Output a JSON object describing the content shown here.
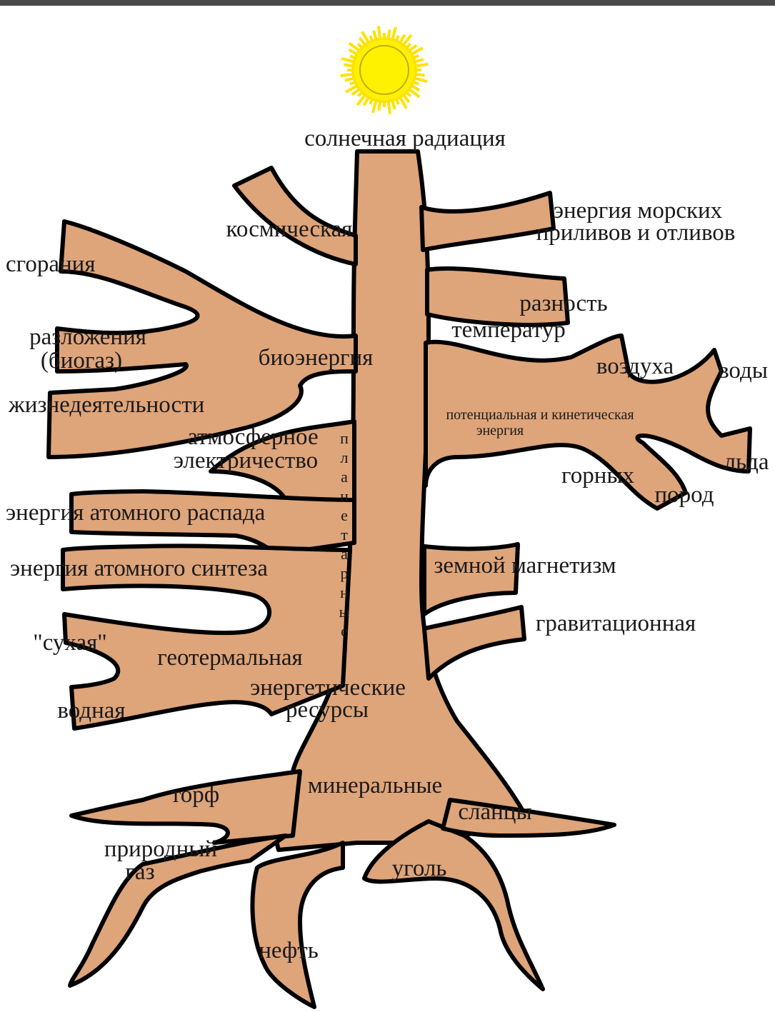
{
  "labels": {
    "solar": "солнечная радиация",
    "cosmic": "космическая",
    "tides_1": "энергия морских",
    "tides_2": "приливов и отливов",
    "combustion": "сгорания",
    "temp_1": "разность",
    "temp_2": "температур",
    "decomp_1": "разложения",
    "decomp_2": "(биогаз)",
    "bioenergy": "биоэнергия",
    "air": "воздуха",
    "water": "воды",
    "vital": "жизнедеятельности",
    "potential_1": "потенциальная и кинетическая",
    "potential_2": "энергия",
    "atmo_1": "атмосферное",
    "atmo_2": "электричество",
    "ice": "льда",
    "mountain": "горных",
    "rocks": "пород",
    "decay": "энергия атомного распада",
    "synthesis": "энергия атомного синтеза",
    "magnetism": "земной магнетизм",
    "gravity": "гравитационная",
    "dry": "\"сухая\"",
    "geothermal": "геотермальная",
    "energetic": "энергетические",
    "resources": "ресурсы",
    "aqueous": "водная",
    "minerals": "минеральные",
    "peat": "торф",
    "shale": "сланцы",
    "natgas_1": "природный",
    "natgas_2": "газ",
    "coal": "уголь",
    "oil": "нефть",
    "planetary": "п\nл\nа\nн\nе\nт\nа\nр\nн\nы\nе"
  },
  "colors": {
    "tree_fill": "#dea47a",
    "outline": "#000000",
    "sun_ray": "#ffe200",
    "sun_core": "#fff200",
    "sun_ring": "#c8a800"
  }
}
